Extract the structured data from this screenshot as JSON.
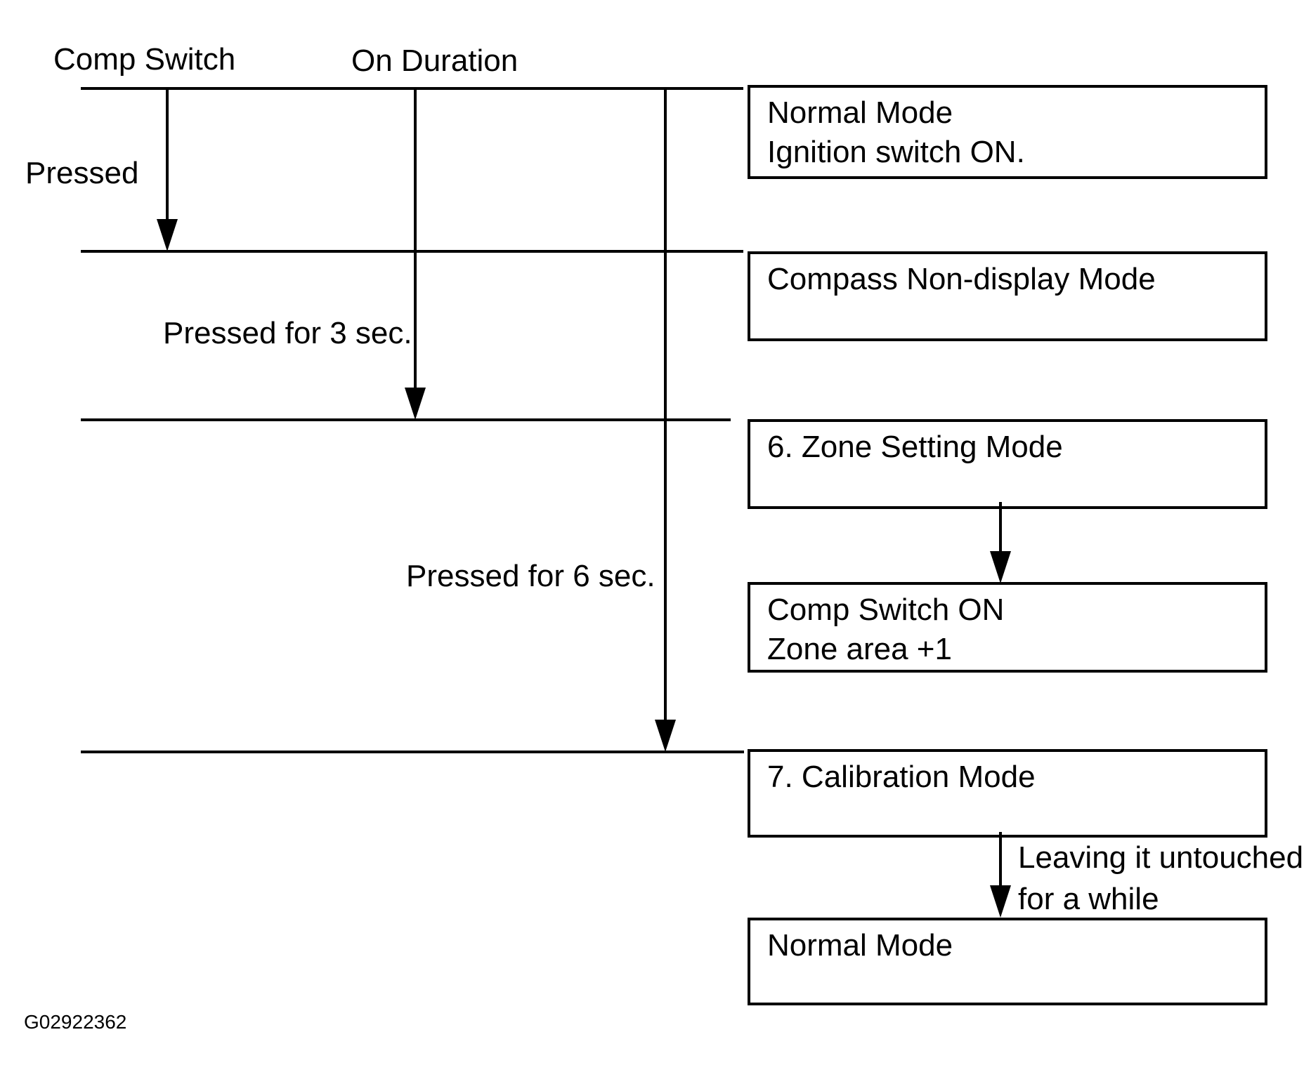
{
  "figure_id": "G02922362",
  "colors": {
    "ink": "#000000",
    "background": "#ffffff"
  },
  "columns": {
    "comp_switch": "Comp Switch",
    "on_duration": "On Duration"
  },
  "transitions": {
    "pressed": "Pressed",
    "pressed_3sec": "Pressed for 3 sec.",
    "pressed_6sec": "Pressed for 6 sec.",
    "leaving_line1": "Leaving it untouched",
    "leaving_line2": "for a while"
  },
  "boxes": [
    {
      "id": "normal-mode-start",
      "lines": [
        "Normal Mode",
        "Ignition switch ON."
      ]
    },
    {
      "id": "compass-non-display-mode",
      "lines": [
        "Compass Non-display Mode"
      ]
    },
    {
      "id": "zone-setting-mode",
      "lines": [
        "6. Zone Setting Mode"
      ]
    },
    {
      "id": "comp-switch-on",
      "lines": [
        "Comp Switch ON",
        "Zone area +1"
      ]
    },
    {
      "id": "calibration-mode",
      "lines": [
        "7. Calibration Mode"
      ]
    },
    {
      "id": "normal-mode-end",
      "lines": [
        "Normal Mode"
      ]
    }
  ]
}
